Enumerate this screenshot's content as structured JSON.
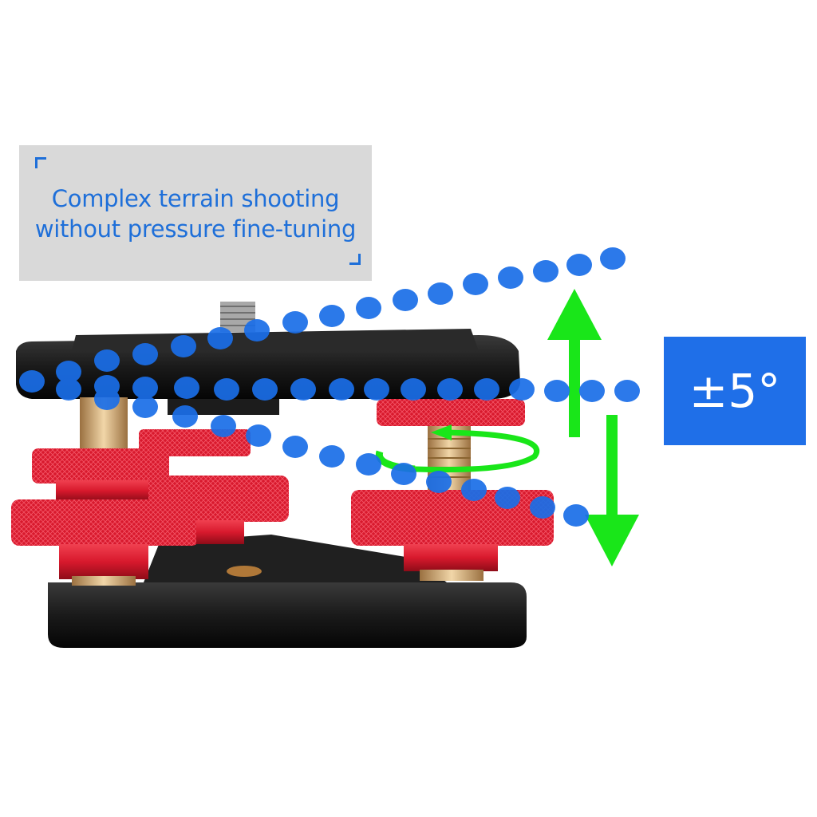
{
  "caption": {
    "line1": "Complex terrain shooting",
    "line2": "without pressure fine-tuning"
  },
  "angle_badge": {
    "text": "±5°"
  },
  "colors": {
    "accent_blue": "#1f6fe8",
    "caption_blue": "#1e6fd9",
    "arrow_green": "#19e619",
    "knob_red": "#d8192d",
    "metal_black": "#1a1a1a"
  },
  "icons": [
    "up-arrow-icon",
    "down-arrow-icon",
    "rotation-arrow-icon"
  ]
}
